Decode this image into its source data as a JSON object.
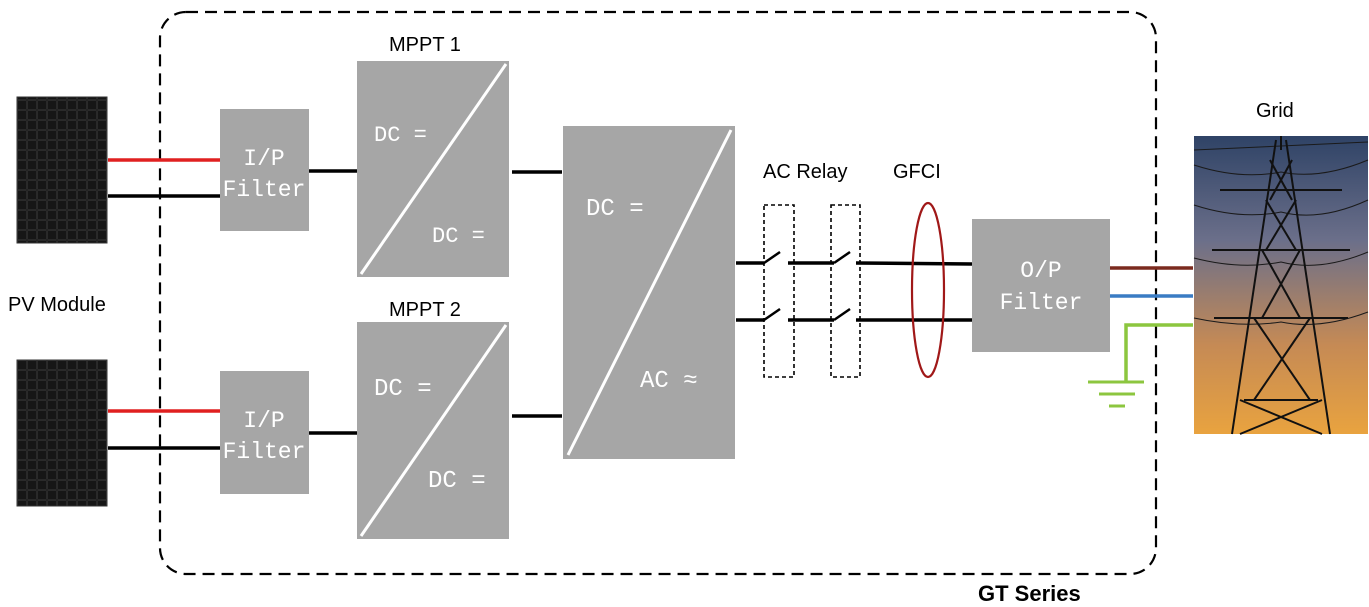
{
  "labels": {
    "pv_module": "PV Module",
    "grid": "Grid",
    "mppt1": "MPPT 1",
    "mppt2": "MPPT 2",
    "ac_relay": "AC Relay",
    "gfci": "GFCI",
    "series": "GT Series"
  },
  "blocks": {
    "ip_filter_top": [
      "I/P",
      "Filter"
    ],
    "ip_filter_bottom": [
      "I/P",
      "Filter"
    ],
    "dcdc_top": {
      "in": "DC =",
      "out": "DC ="
    },
    "dcdc_bottom": {
      "in": "DC =",
      "out": "DC ="
    },
    "inverter": {
      "in": "DC =",
      "out": "AC ≈"
    },
    "op_filter": [
      "O/P",
      "Filter"
    ]
  },
  "colors": {
    "block_fill": "#a6a6a6",
    "pv_positive_wire": "#e02020",
    "wire": "#000000",
    "gfci_ring": "#a01818",
    "grid_line_brown": "#7b2a1e",
    "grid_line_blue": "#3a7cc4",
    "ground_wire": "#8cc63f"
  }
}
